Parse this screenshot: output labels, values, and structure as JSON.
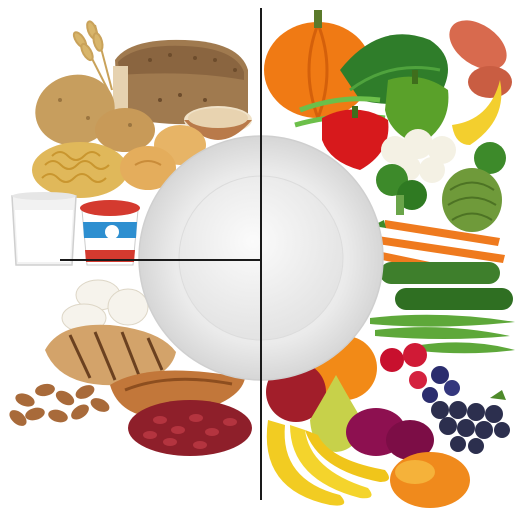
{
  "image": {
    "subject": "food-groups-plate",
    "quadrants": {
      "top-left": [
        "wheat",
        "potatoes",
        "bread-loaf",
        "rice-bowl",
        "pasta",
        "bread-rolls"
      ],
      "middle-left": [
        "milk-glass",
        "yogurt-cup"
      ],
      "bottom-left": [
        "eggs",
        "grilled-chicken",
        "sweet-potato",
        "almonds",
        "kidney-beans"
      ],
      "top-right": [
        "pumpkin",
        "sweet-potatoes",
        "leafy-greens",
        "green-pepper",
        "red-pepper",
        "banana",
        "cauliflower",
        "broccoli",
        "artichoke",
        "green-beans"
      ],
      "middle-right": [
        "carrots",
        "cucumbers",
        "snap-peas"
      ],
      "bottom-right": [
        "apple",
        "orange",
        "pear",
        "berries",
        "plums",
        "grapes",
        "bananas",
        "mango"
      ]
    },
    "colors": {
      "background": "#ffffff",
      "divider": "#1a1a1a",
      "plate": "#eeeeee",
      "plate_rim": "#d9d9d9"
    }
  }
}
